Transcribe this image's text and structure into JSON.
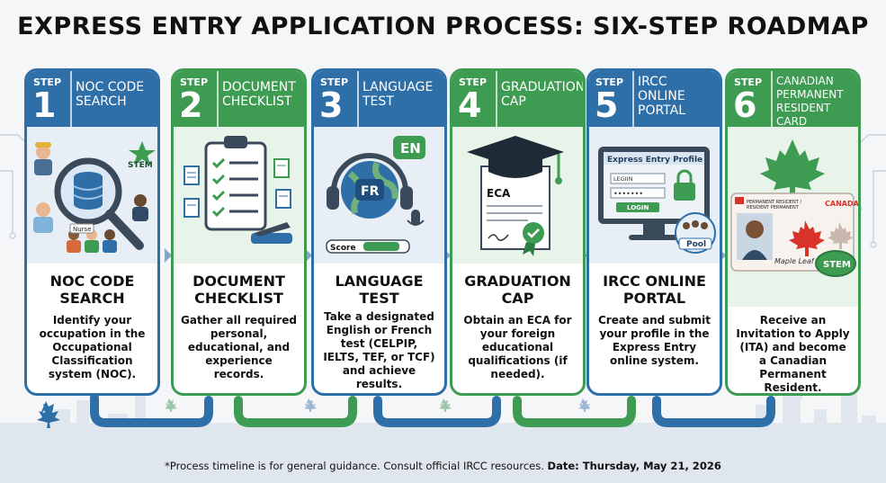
{
  "title": "EXPRESS ENTRY APPLICATION PROCESS: SIX-STEP ROADMAP",
  "step_label": "STEP",
  "steps": [
    {
      "num": "1",
      "header": "NOC CODE SEARCH",
      "heading": "NOC CODE SEARCH",
      "desc": "Identify your occupation in the Occupational Classification system (NOC).",
      "color": "#2f6fa8",
      "icon": "magnifier-database-icon"
    },
    {
      "num": "2",
      "header": "DOCUMENT CHECKLIST",
      "heading": "DOCUMENT CHECKLIST",
      "desc": "Gather all required personal, educational, and experience records.",
      "color": "#3e9b52",
      "icon": "clipboard-checklist-icon"
    },
    {
      "num": "3",
      "header": "LANGUAGE TEST",
      "heading": "LANGUAGE TEST",
      "desc": "Take a designated English or French test (CELPIP, IELTS, TEF, or TCF) and achieve results.",
      "color": "#2f6fa8",
      "icon": "headset-globe-icon"
    },
    {
      "num": "4",
      "header": "GRADUATION CAP",
      "heading": "GRADUATION CAP",
      "desc": "Obtain an ECA for your foreign educational qualifications (if needed).",
      "color": "#3e9b52",
      "icon": "graduation-cap-icon"
    },
    {
      "num": "5",
      "header": "IRCC ONLINE PORTAL",
      "heading": "IRCC ONLINE PORTAL",
      "desc": "Create and submit your profile in the Express Entry online system.",
      "color": "#2f6fa8",
      "icon": "monitor-login-icon"
    },
    {
      "num": "6",
      "header": "CANADIAN PERMANENT RESIDENT CARD",
      "heading": "",
      "desc": "Receive an Invitation to Apply (ITA) and become a Canadian Permanent Resident.",
      "color": "#3e9b52",
      "icon": "pr-card-icon"
    }
  ],
  "illus": {
    "stem": "STEM",
    "nurse": "Nurse",
    "en": "EN",
    "fr": "FR",
    "score": "Score",
    "eca": "ECA",
    "portal_title": "Express Entry Profile",
    "login_user": "LEGIIN",
    "login_pass": "•••••••",
    "login_btn": "LOGIN",
    "pool": "Pool",
    "card_pr": "PERMANENT RESIDENT /",
    "card_rp": "RESIDENT PERMANENT",
    "card_canada": "CANADA",
    "signature": "Maple Leaf"
  },
  "footer": {
    "note": "*Process timeline is for general guidance. Consult official IRCC resources.",
    "date_label": "Date: Thursday, May 21, 2026"
  },
  "colors": {
    "blue": "#2f6fa8",
    "green": "#3e9b52",
    "red": "#d8332a"
  }
}
